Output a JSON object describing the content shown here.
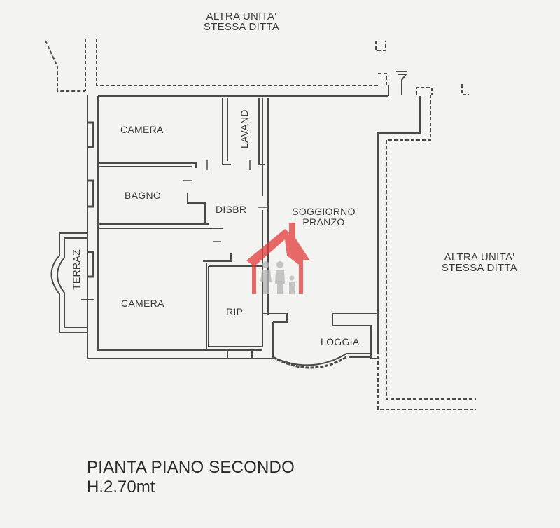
{
  "drawing": {
    "title": "PIANTA PIANO SECONDO",
    "height_note": "H.2.70mt"
  },
  "neighbors": {
    "top": {
      "line1": "ALTRA UNITA'",
      "line2": "STESSA DITTA"
    },
    "right": {
      "line1": "ALTRA UNITA'",
      "line2": "STESSA DITTA"
    }
  },
  "rooms": [
    {
      "id": "camera_1",
      "label": "CAMERA"
    },
    {
      "id": "lavand",
      "label": "LAVAND"
    },
    {
      "id": "bagno",
      "label": "BAGNO"
    },
    {
      "id": "disbr",
      "label": "DISBR"
    },
    {
      "id": "soggiorno",
      "label_line1": "SOGGIORNO",
      "label_line2": "PRANZO"
    },
    {
      "id": "terraz",
      "label": "TERRAZ"
    },
    {
      "id": "camera_2",
      "label": "CAMERA"
    },
    {
      "id": "rip",
      "label": "RIP"
    },
    {
      "id": "loggia",
      "label": "LOGGIA"
    }
  ],
  "watermark": {
    "icon": "house-family-icon",
    "color": "#e03a3a",
    "figure_color": "#b8b8b8"
  },
  "colors": {
    "wall": "#4a4a4a",
    "paper": "#f3f3f1"
  }
}
